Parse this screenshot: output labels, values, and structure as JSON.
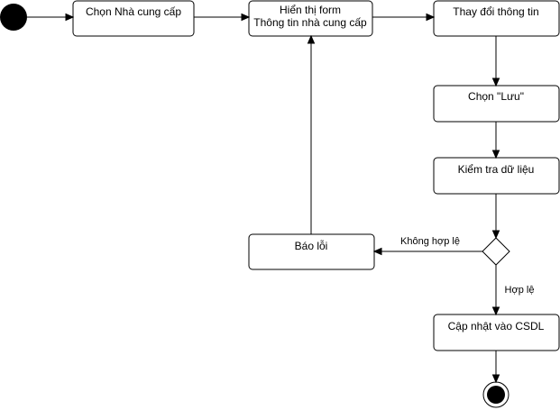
{
  "diagram": {
    "nodes": {
      "choose_supplier": "Chọn Nhà cung cấp",
      "show_form_line1": "Hiển thị form",
      "show_form_line2": "Thông tin nhà cung cấp",
      "change_info": "Thay đổi thông tin",
      "choose_save": "Chọn \"Lưu\"",
      "check_data": "Kiểm tra dữ liệu",
      "report_error": "Báo lỗi",
      "update_db": "Cập nhật vào CSDL"
    },
    "edge_labels": {
      "invalid": "Không hợp lệ",
      "valid": "Hợp lệ"
    },
    "colors": {
      "stroke": "#000000",
      "fill": "#ffffff",
      "text": "#000000"
    }
  }
}
